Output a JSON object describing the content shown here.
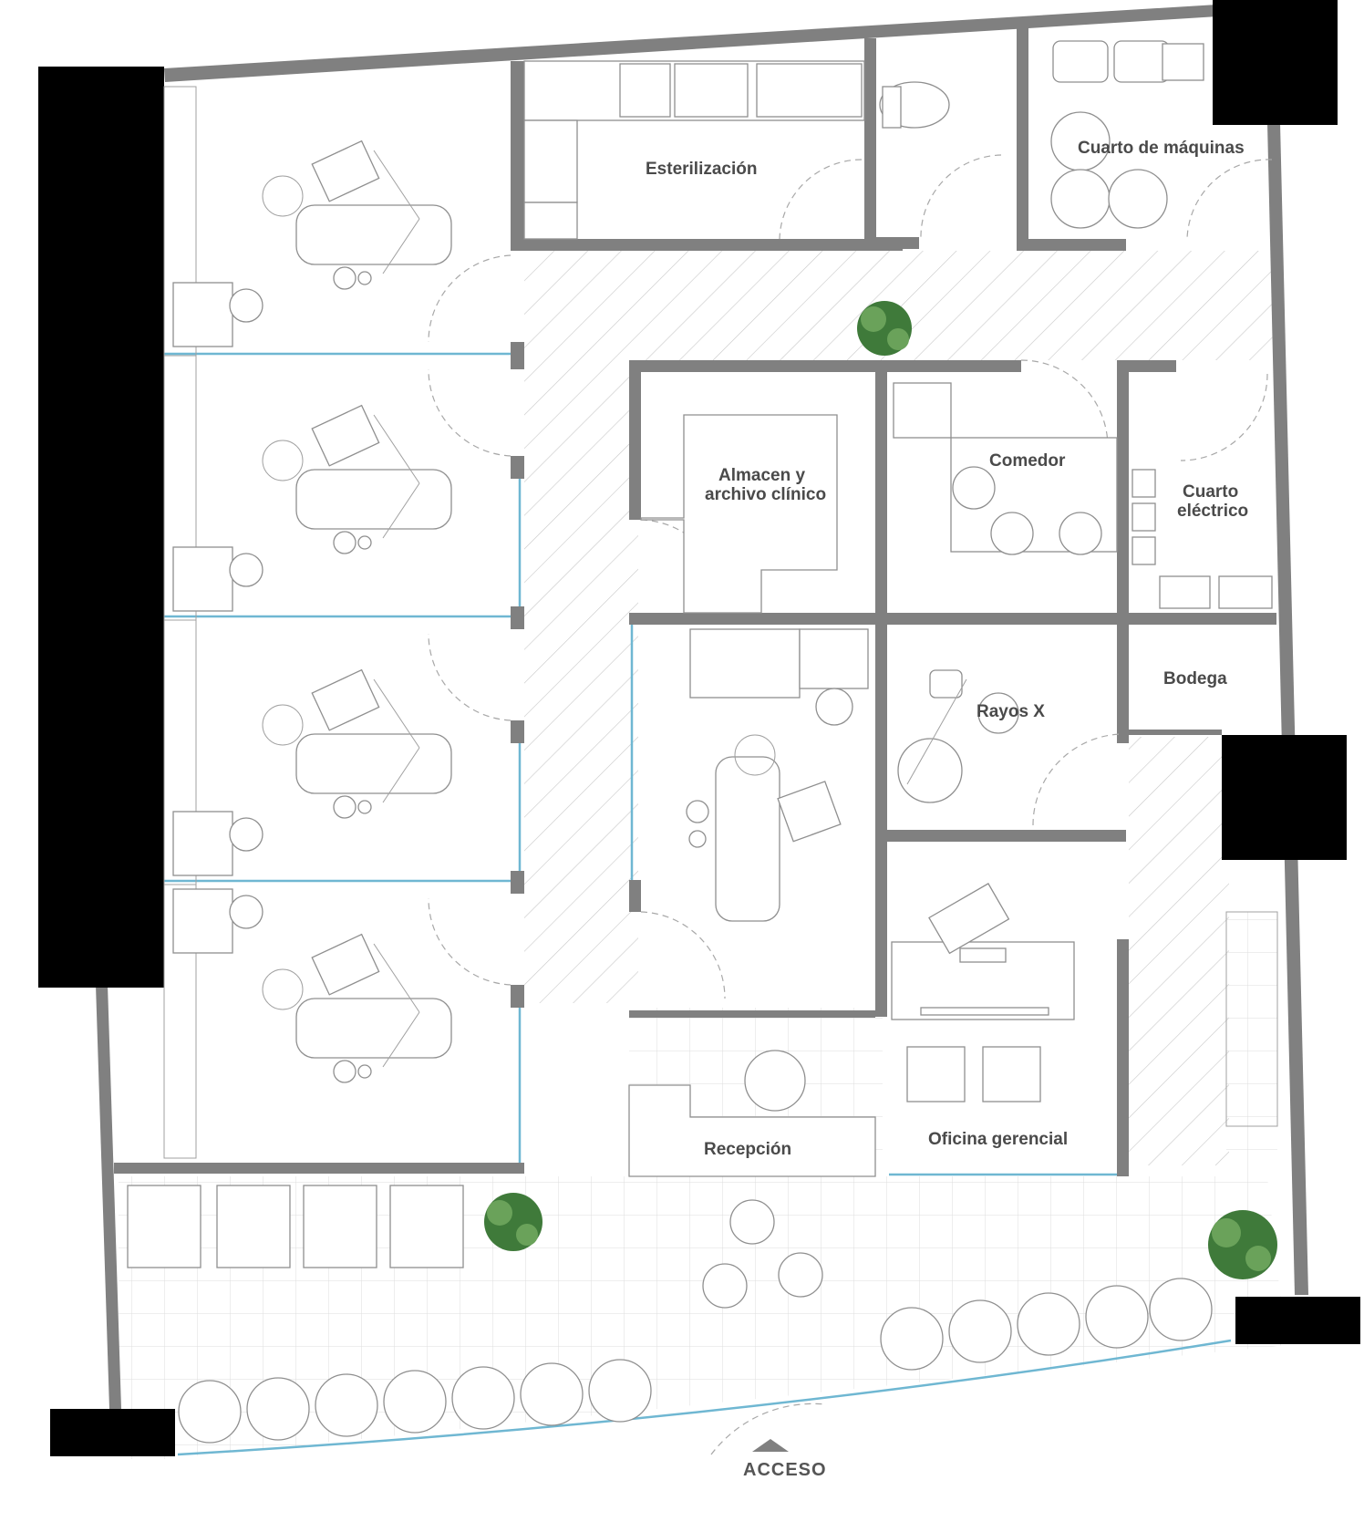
{
  "plan": {
    "rooms": {
      "esterilizacion": "Esterilización",
      "cuarto_maquinas": "Cuarto de máquinas",
      "almacen_line1": "Almacen y",
      "almacen_line2": "archivo clínico",
      "comedor": "Comedor",
      "cuarto_electrico_line1": "Cuarto",
      "cuarto_electrico_line2": "eléctrico",
      "bodega": "Bodega",
      "rayos_x": "Rayos X",
      "recepcion": "Recepción",
      "oficina": "Oficina gerencial"
    },
    "access_label": "ACCESO",
    "colors": {
      "wall": "#808080",
      "column": "#000000",
      "glass": "#6fb7d2",
      "plant": "#3f7a3a",
      "hatch": "#c8c8c8",
      "grid": "#dedede"
    }
  }
}
